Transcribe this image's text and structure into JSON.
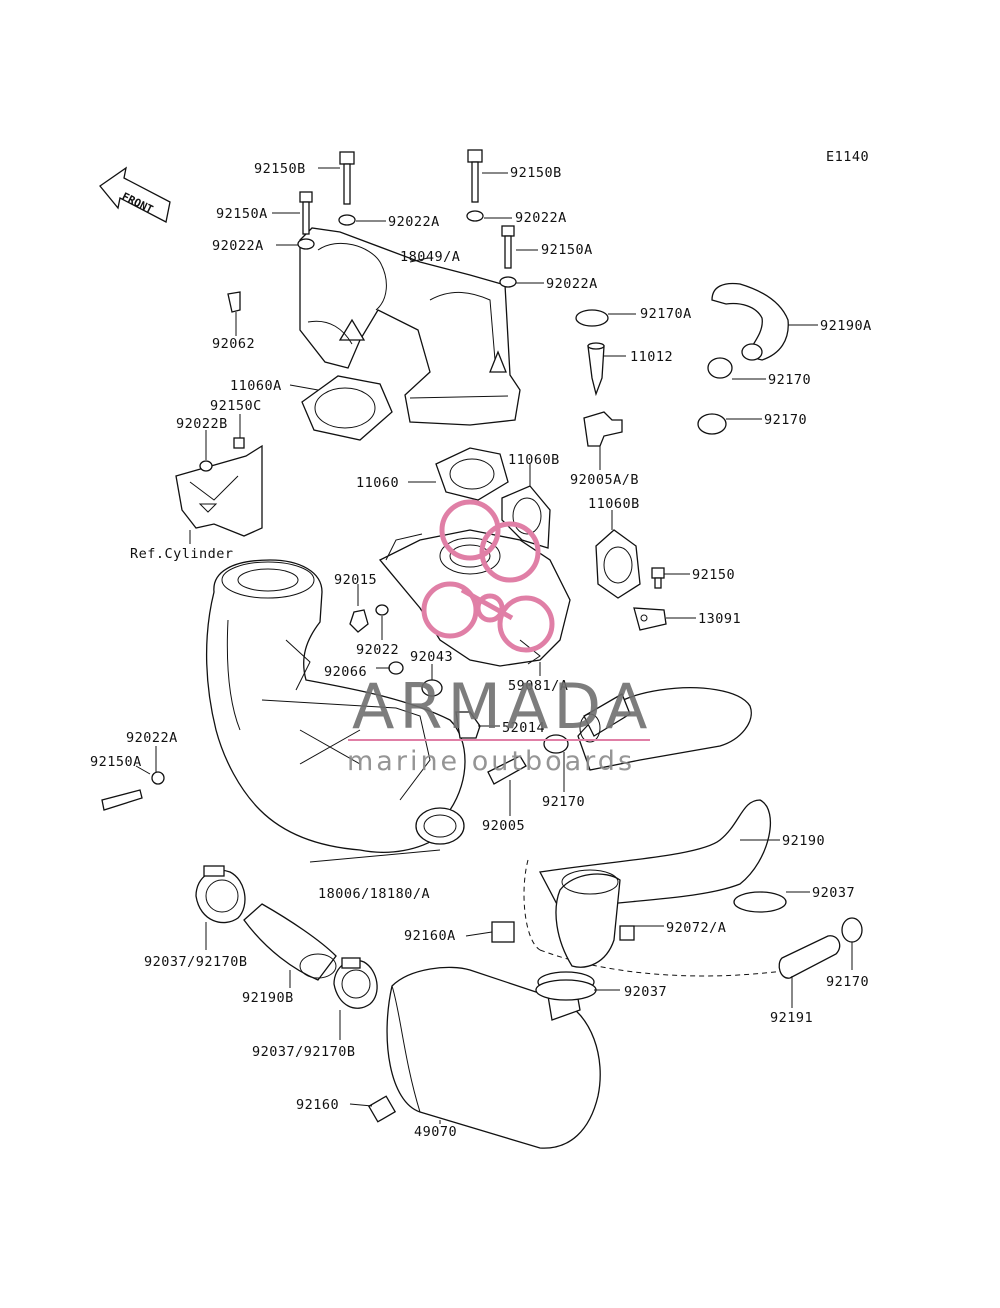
{
  "diagram_code": "E1140",
  "front_label": "FRONT",
  "watermark": {
    "brand": "ARMADA",
    "tagline": "marine outboards",
    "logo_color": "#e07fa6"
  },
  "labels": [
    "92150B",
    "92150B",
    "92150A",
    "92022A",
    "92022A",
    "92022A",
    "18049/A",
    "92150A",
    "92022A",
    "92062",
    "92170A",
    "92190A",
    "11012",
    "92170",
    "92170",
    "11060A",
    "92150C",
    "92022B",
    "11060",
    "11060B",
    "92005A/B",
    "11060B",
    "Ref.Cylinder",
    "92015",
    "92150",
    "13091",
    "92022",
    "92043",
    "92066",
    "59081/A",
    "52014",
    "92022A",
    "92150A",
    "92170",
    "92005",
    "92190",
    "92037",
    "18006/18180/A",
    "92160A",
    "92072/A",
    "92037/92170B",
    "92190B",
    "92037",
    "92191",
    "92170",
    "92037/92170B",
    "92160",
    "49070"
  ]
}
